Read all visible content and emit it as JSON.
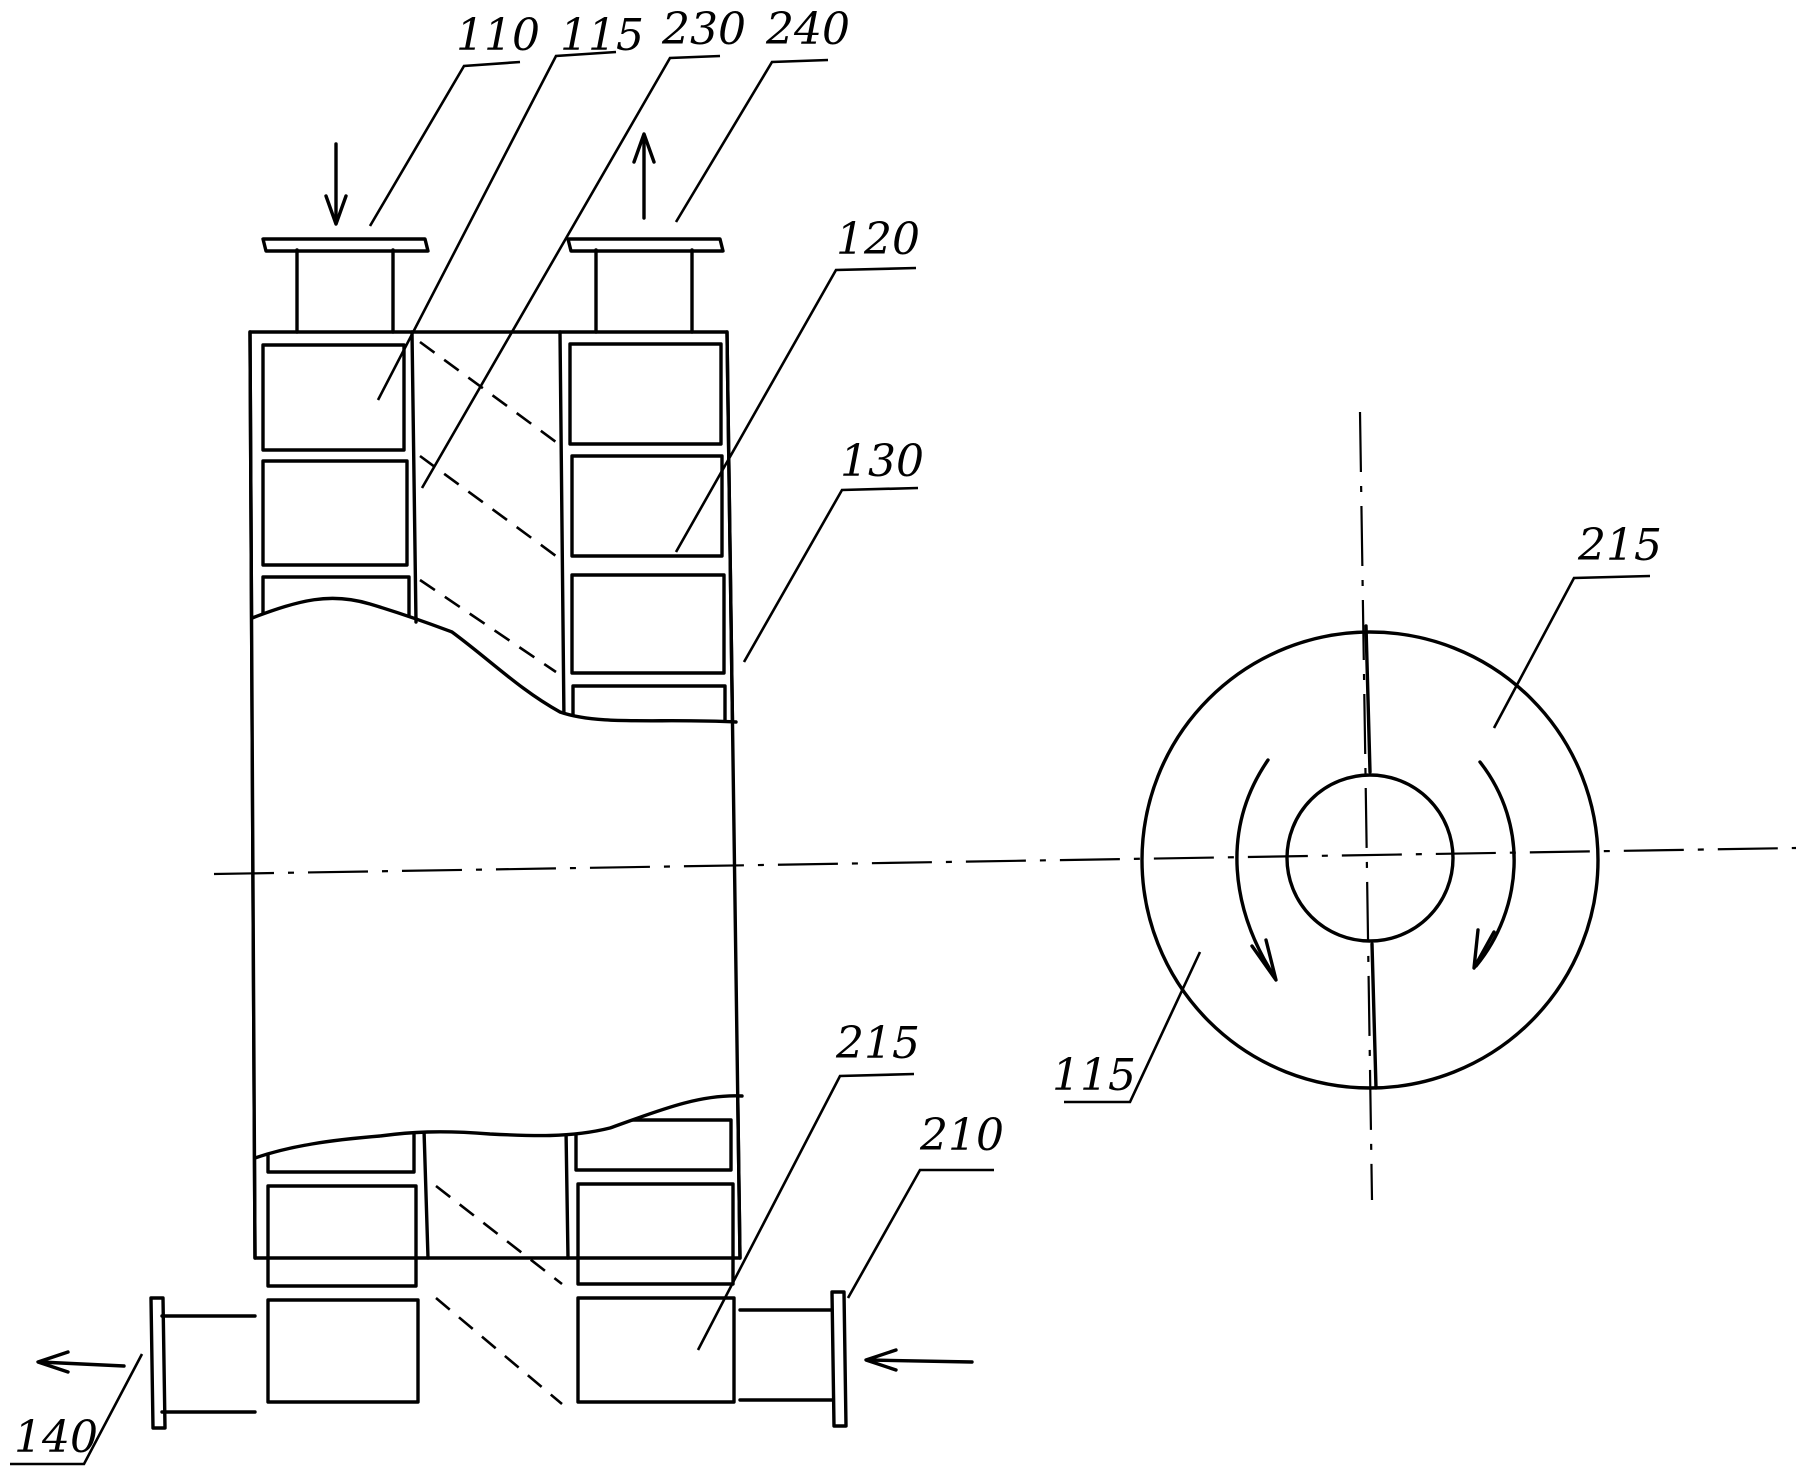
{
  "labels": {
    "inlet_top": "110",
    "channel_first_top": "115",
    "baffle": "230",
    "outlet_top": "240",
    "channel_cell": "120",
    "shell": "130",
    "channel_second_bottom": "215",
    "inlet_bottom": "210",
    "outlet_bottom": "140",
    "section_second": "215",
    "section_first": "115"
  }
}
